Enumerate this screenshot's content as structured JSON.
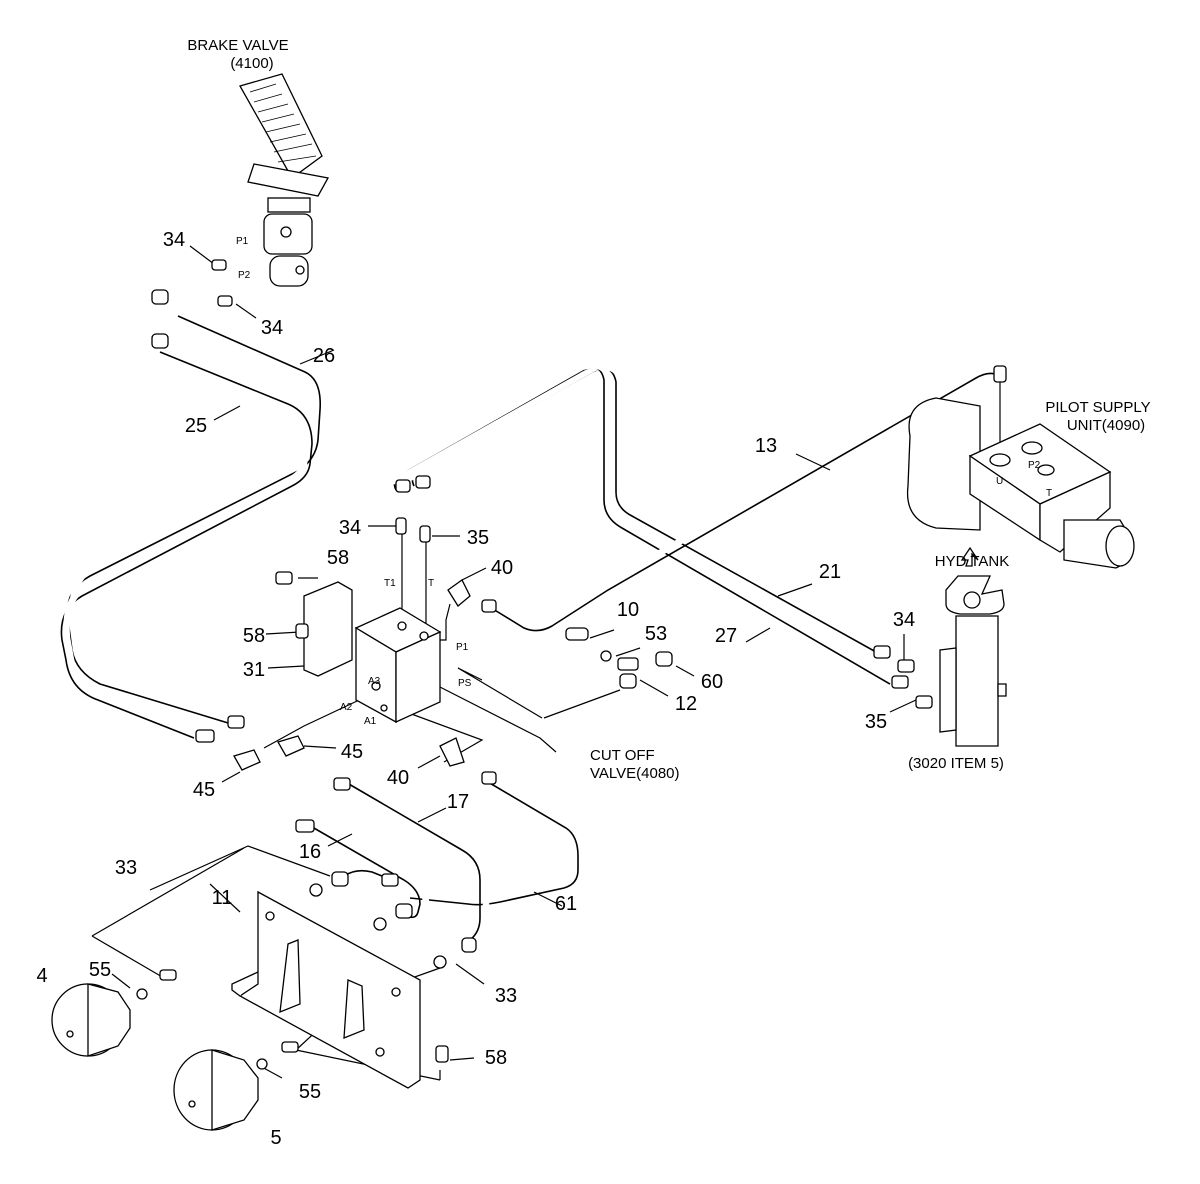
{
  "components": {
    "brake_valve": {
      "name": "BRAKE VALVE",
      "ref": "(4100)"
    },
    "pilot_supply_unit": {
      "name": "PILOT SUPPLY",
      "name2": "UNIT(4090)"
    },
    "hyd_tank": {
      "name": "HYD TANK",
      "note": "(3020 ITEM 5)"
    },
    "cut_off_valve": {
      "name": "CUT OFF",
      "name2": "VALVE(4080)"
    }
  },
  "ports": [
    "P1",
    "P2",
    "T1",
    "T",
    "P1",
    "PS",
    "A3",
    "A2",
    "A1",
    "U",
    "P2",
    "T"
  ],
  "callouts": [
    "34",
    "34",
    "26",
    "25",
    "13",
    "34",
    "35",
    "40",
    "58",
    "58",
    "31",
    "10",
    "53",
    "60",
    "12",
    "21",
    "27",
    "34",
    "35",
    "45",
    "45",
    "40",
    "17",
    "16",
    "61",
    "33",
    "11",
    "33",
    "55",
    "4",
    "55",
    "5",
    "58"
  ]
}
